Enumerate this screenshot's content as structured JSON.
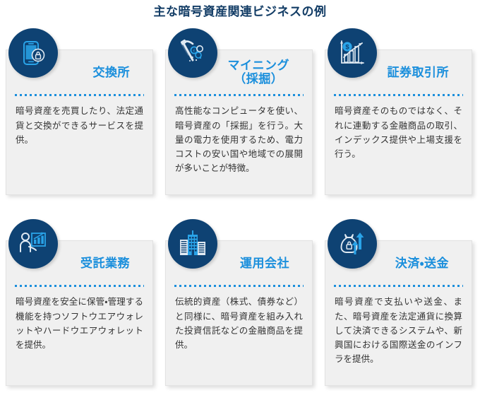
{
  "header": {
    "title": "主な暗号資産関連ビジネスの例"
  },
  "theme": {
    "title_color": "#133d66",
    "heading_color": "#1b8fdc",
    "circle_color": "#0e4273",
    "icon_accent": "#29a3e8",
    "card_background": "#f0f0f0",
    "body_text_color": "#333333"
  },
  "cards": [
    {
      "icon": "smartphone-lock-icon",
      "title": "交換所",
      "body": "暗号資産を売買したり、法定通貨と交換ができるサービスを提供。"
    },
    {
      "icon": "pickaxe-coins-icon",
      "title": "マイニング\n（採掘）",
      "body": "高性能なコンピュータを使い、暗号資産の「採掘」を行う。大量の電力を使用するため、電力コストの安い国や地域での展開が多いことが特徴。"
    },
    {
      "icon": "bar-chart-dollar-icon",
      "title": "証券取引所",
      "body": "暗号資産そのものではなく、それに連動する金融商品の取引、インデックス提供や上場支援を行う。"
    },
    {
      "icon": "person-presenting-chart-icon",
      "title": "受託業務",
      "body": "暗号資産を安全に保管・管理する機能を持つソフトウエアウォレットやハードウエアウォレットを提供。"
    },
    {
      "icon": "office-buildings-icon",
      "title": "運用会社",
      "body": "伝統的資産（株式、債券など）と同様に、暗号資産を組み入れた投資信託などの金融商品を提供。"
    },
    {
      "icon": "money-bag-transfer-icon",
      "title": "決済・送金",
      "body": "暗号資産で支払いや送金、また、暗号資産を法定通貨に換算して決済できるシステムや、新興国における国際送金のインフラを提供。"
    }
  ]
}
